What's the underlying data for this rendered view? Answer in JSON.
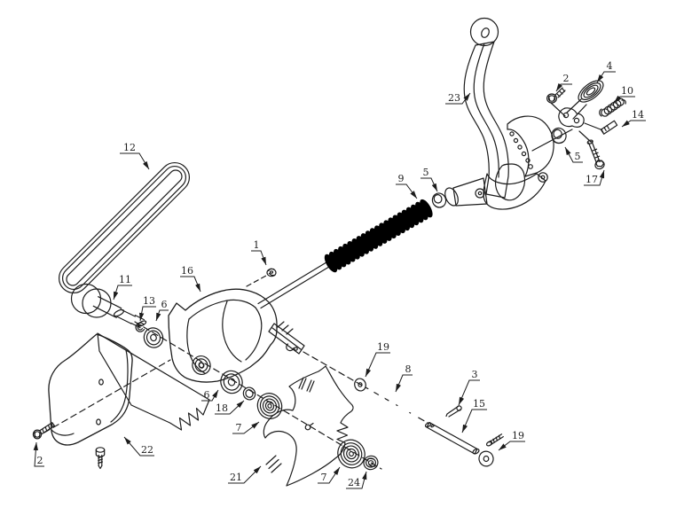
{
  "diagram": {
    "figure_type": "exploded-parts-diagram",
    "background_color": "#ffffff",
    "line_color": "#1c1c1c"
  },
  "callouts": [
    {
      "number": "12",
      "part": "drive-belt"
    },
    {
      "number": "23",
      "part": "handle-frame"
    },
    {
      "number": "2",
      "part": "hex-bolt"
    },
    {
      "number": "4",
      "part": "clutch-lever"
    },
    {
      "number": "10",
      "part": "extension-spring"
    },
    {
      "number": "14",
      "part": "pin"
    },
    {
      "number": "17",
      "part": "clevis-bolt"
    },
    {
      "number": "5",
      "part": "bushing-right"
    },
    {
      "number": "5",
      "part": "bushing-left"
    },
    {
      "number": "9",
      "part": "compression-spring"
    },
    {
      "number": "1",
      "part": "nut"
    },
    {
      "number": "16",
      "part": "gear-housing"
    },
    {
      "number": "11",
      "part": "pulley-shaft"
    },
    {
      "number": "13",
      "part": "retaining-ring"
    },
    {
      "number": "6",
      "part": "bearing-upper"
    },
    {
      "number": "22",
      "part": "shield"
    },
    {
      "number": "2",
      "part": "shield-screw"
    },
    {
      "number": "6",
      "part": "bearing-lower"
    },
    {
      "number": "18",
      "part": "spacer"
    },
    {
      "number": "7",
      "part": "pulley-upper"
    },
    {
      "number": "21",
      "part": "star-blade"
    },
    {
      "number": "7",
      "part": "pulley-lower"
    },
    {
      "number": "24",
      "part": "lock-nut"
    },
    {
      "number": "19",
      "part": "washer-upper"
    },
    {
      "number": "8",
      "part": "chain-flail"
    },
    {
      "number": "3",
      "part": "cotter-pin"
    },
    {
      "number": "15",
      "part": "rod"
    },
    {
      "number": "19",
      "part": "washer-lower"
    }
  ]
}
